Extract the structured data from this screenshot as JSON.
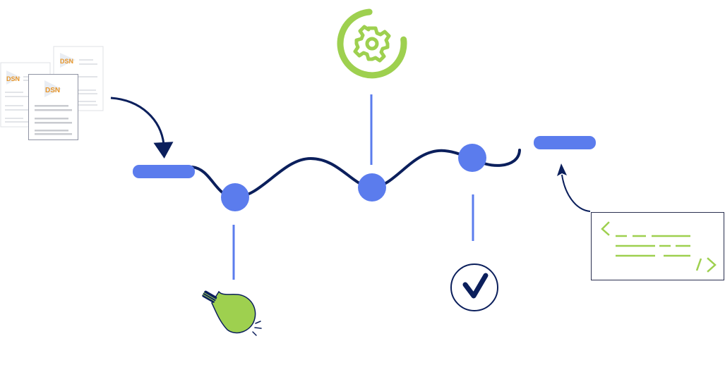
{
  "diagram": {
    "type": "process-flow",
    "colors": {
      "navy": "#0b1f5c",
      "blue": "#5b7ced",
      "green": "#9ed04f",
      "doc_border": "#d8dbe2",
      "doc_border_front": "#8f93a3",
      "doc_line": "#cfd1d6"
    },
    "documents": {
      "count": 3,
      "logo_text": "DSN",
      "logo_colors": {
        "d": "#e8962a",
        "s": "#2a3a8c",
        "n": "#2a3a8c"
      }
    },
    "nodes": [
      {
        "id": "start",
        "shape": "bar"
      },
      {
        "id": "idea",
        "shape": "circle",
        "icon": "lightbulb-icon"
      },
      {
        "id": "process",
        "shape": "circle",
        "icon": "gear-icon"
      },
      {
        "id": "validate",
        "shape": "circle",
        "icon": "check-circle-icon"
      },
      {
        "id": "end",
        "shape": "bar"
      }
    ],
    "code_panel": {
      "icon": "code-icon"
    }
  }
}
